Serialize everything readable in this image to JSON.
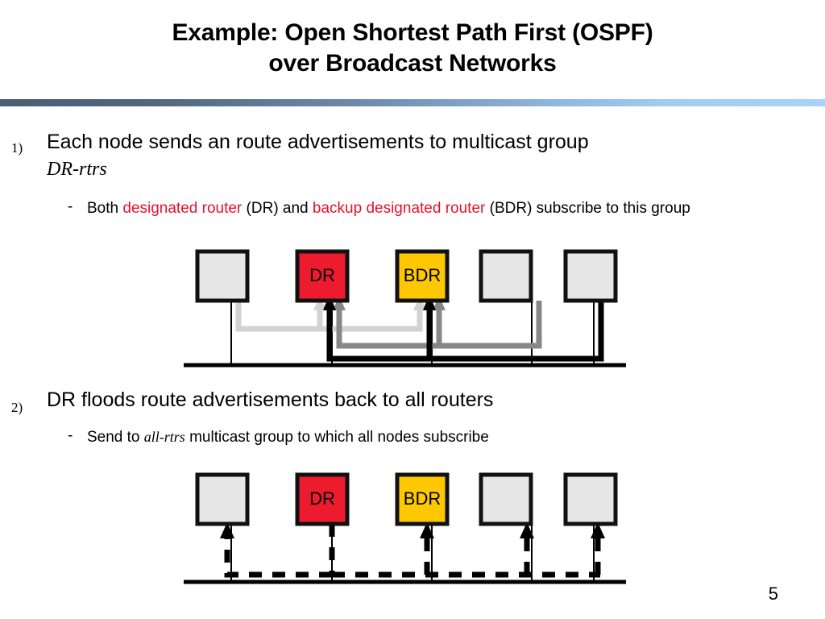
{
  "slide": {
    "title_line1": "Example: Open Shortest Path First (OSPF)",
    "title_line2": "over Broadcast Networks",
    "page_number": "5",
    "accent_gradient_from": "#4a5f74",
    "accent_gradient_to": "#a8d2f7",
    "red_highlight": "#e8112d"
  },
  "bullets": [
    {
      "marker": "1)",
      "text_before": "Each node sends an route advertisements to multicast group ",
      "text_italic": "DR-rtrs",
      "sub": {
        "marker": "-",
        "part1": "Both ",
        "red1": "designated router",
        "part2": " (DR) and ",
        "red2": "backup designated router",
        "part3": " (BDR) subscribe to this group"
      }
    },
    {
      "marker": "2)",
      "text_before": "DR floods route advertisements back to all routers",
      "text_italic": "",
      "sub": {
        "marker": "-",
        "part1": "Send to ",
        "italic1": "all-rtrs",
        "part2": " multicast group to which all nodes subscribe"
      }
    }
  ],
  "diagram_top": {
    "caption": "routers send advertisements to DR and BDR",
    "bus_label": "broadcast-network-bus",
    "nodes": [
      {
        "label": "",
        "fill": "#e6e6e6",
        "name": "router-1"
      },
      {
        "label": "DR",
        "fill": "#ed1b2e",
        "name": "router-dr"
      },
      {
        "label": "BDR",
        "fill": "#fdc800",
        "name": "router-bdr"
      },
      {
        "label": "",
        "fill": "#e6e6e6",
        "name": "router-4"
      },
      {
        "label": "",
        "fill": "#e6e6e6",
        "name": "router-5"
      }
    ],
    "flow_colors": {
      "from_router_1": "#d2d2d2",
      "from_router_4": "#878787",
      "from_router_5": "#000000"
    }
  },
  "diagram_bottom": {
    "caption": "DR floods advertisements to all routers",
    "bus_label": "broadcast-network-bus",
    "nodes": [
      {
        "label": "",
        "fill": "#e6e6e6",
        "name": "router-1"
      },
      {
        "label": "DR",
        "fill": "#ed1b2e",
        "name": "router-dr"
      },
      {
        "label": "BDR",
        "fill": "#fdc800",
        "name": "router-bdr"
      },
      {
        "label": "",
        "fill": "#e6e6e6",
        "name": "router-4"
      },
      {
        "label": "",
        "fill": "#e6e6e6",
        "name": "router-5"
      }
    ],
    "flow_style": "dashed",
    "flow_color": "#000000"
  }
}
